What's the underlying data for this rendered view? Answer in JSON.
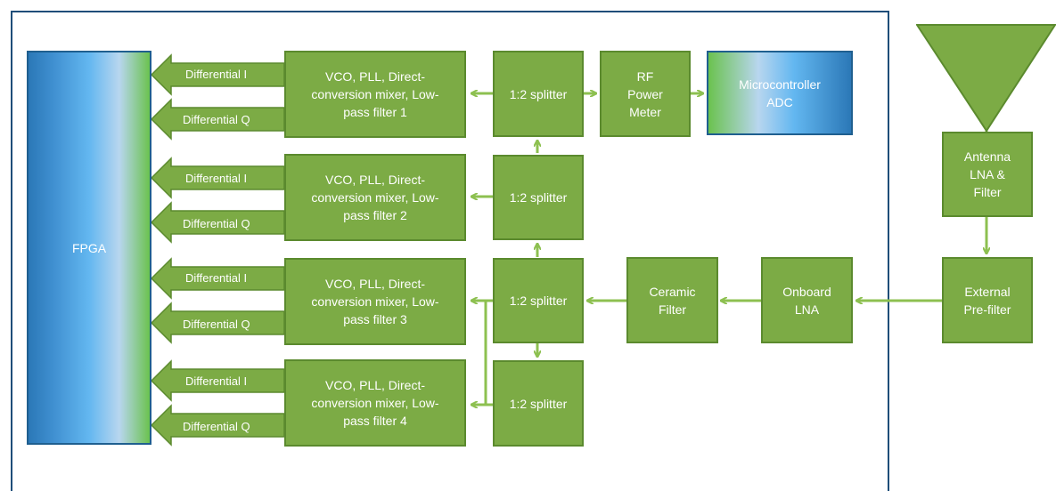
{
  "fpga": {
    "label": "FPGA"
  },
  "chains": [
    {
      "label": "VCO, PLL, Direct-conversion mixer, Low-pass filter 1",
      "i": "Differential I",
      "q": "Differential Q"
    },
    {
      "label": "VCO, PLL, Direct-conversion mixer, Low-pass filter 2",
      "i": "Differential I",
      "q": "Differential Q"
    },
    {
      "label": "VCO, PLL, Direct-conversion mixer, Low-pass filter 3",
      "i": "Differential I",
      "q": "Differential Q"
    },
    {
      "label": "VCO, PLL, Direct-conversion mixer, Low-pass filter 4",
      "i": "Differential I",
      "q": "Differential Q"
    }
  ],
  "splitters": [
    "1:2 splitter",
    "1:2 splitter",
    "1:2 splitter",
    "1:2 splitter"
  ],
  "rf_power_meter": "RF Power Meter",
  "microcontroller": "Microcontroller ADC",
  "ceramic_filter": "Ceramic Filter",
  "onboard_lna": "Onboard LNA",
  "antenna_lna": "Antenna LNA & Filter",
  "external_prefilter": "External Pre-filter",
  "colors": {
    "block": "#7cab45",
    "block_border": "#5b8a2e",
    "frame": "#1f4e79",
    "fpga_blue": "#2b78b7",
    "antenna": "#7cab45"
  }
}
